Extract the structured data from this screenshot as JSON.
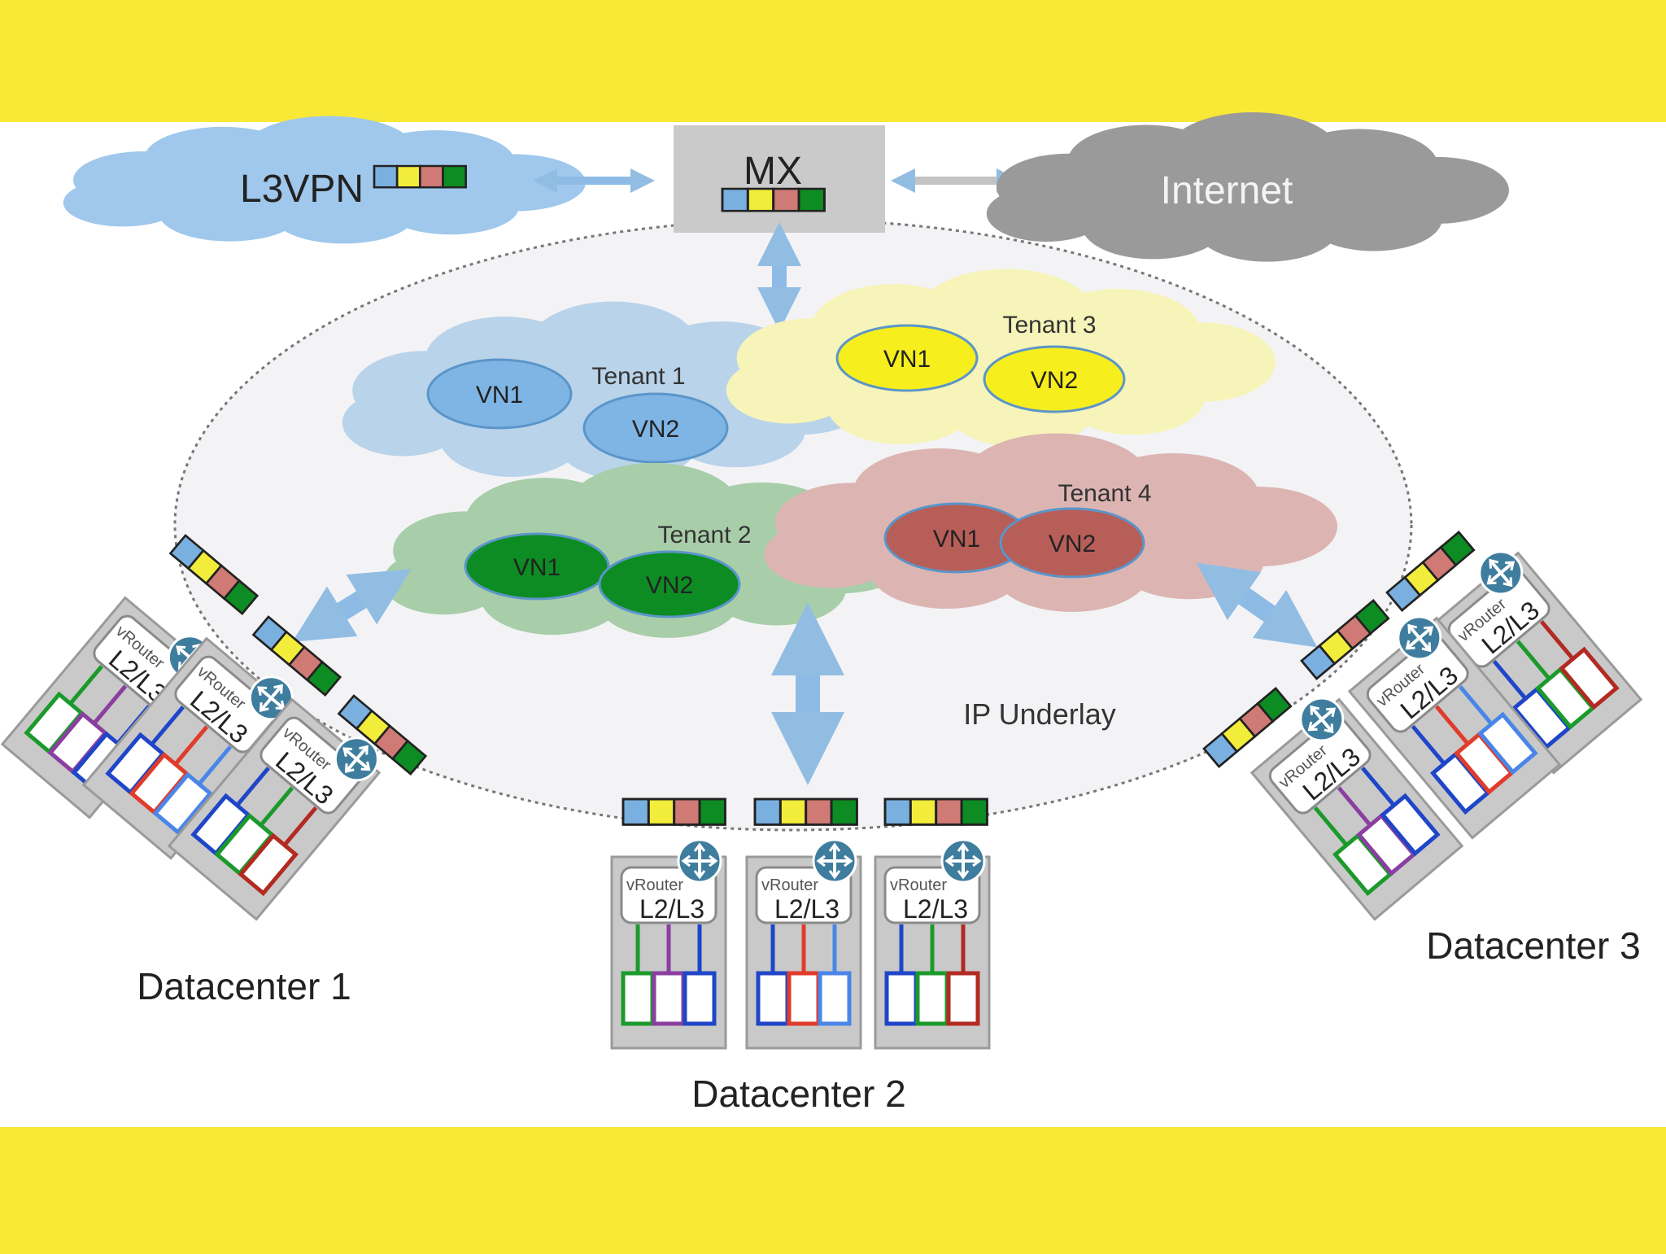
{
  "top_labels": {
    "l3vpn": "L3VPN",
    "mx": "MX",
    "internet": "Internet"
  },
  "tenants": [
    {
      "name": "Tenant 1",
      "vn1": "VN1",
      "vn2": "VN2"
    },
    {
      "name": "Tenant 2",
      "vn1": "VN1",
      "vn2": "VN2"
    },
    {
      "name": "Tenant 3",
      "vn1": "VN1",
      "vn2": "VN2"
    },
    {
      "name": "Tenant 4",
      "vn1": "VN1",
      "vn2": "VN2"
    }
  ],
  "underlay_label": "IP Underlay",
  "server_labels": {
    "vrouter": "vRouter",
    "l2l3": "L2/L3"
  },
  "datacenters": [
    "Datacenter 1",
    "Datacenter 2",
    "Datacenter 3"
  ],
  "colors": {
    "banner": "#f9e937",
    "tenant1_cloud": "#b9d3ea",
    "tenant2_cloud": "#a8cea9",
    "tenant3_cloud": "#f6f4b8",
    "tenant4_cloud": "#dcb5b3",
    "vrf_blue": "#7ab0e0",
    "vrf_yellow": "#f2ec3a",
    "vrf_red": "#cf7a75",
    "vrf_green": "#0c8c22"
  }
}
